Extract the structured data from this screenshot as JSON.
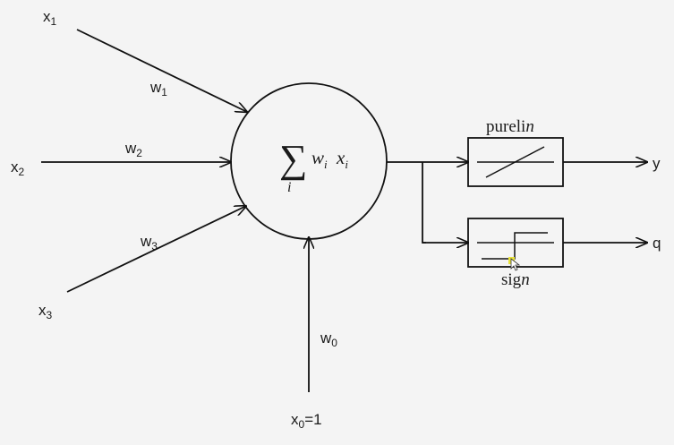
{
  "inputs": {
    "x1": {
      "base": "x",
      "sub": "1"
    },
    "x2": {
      "base": "x",
      "sub": "2"
    },
    "x3": {
      "base": "x",
      "sub": "3"
    },
    "x0": {
      "base": "x",
      "sub": "0",
      "suffix": "=1"
    }
  },
  "weights": {
    "w1": {
      "base": "w",
      "sub": "1"
    },
    "w2": {
      "base": "w",
      "sub": "2"
    },
    "w3": {
      "base": "w",
      "sub": "3"
    },
    "w0": {
      "base": "w",
      "sub": "0"
    }
  },
  "neuron": {
    "sum_symbol": "∑",
    "sum_index": "i",
    "w": "w",
    "w_sub": "i",
    "x": "x",
    "x_sub": "i"
  },
  "blocks": {
    "purelin": {
      "label_main": "pureli",
      "label_italic": "n"
    },
    "sign": {
      "label_main": "sig",
      "label_italic": "n"
    }
  },
  "outputs": {
    "y": "y",
    "q": "q"
  },
  "colors": {
    "stroke": "#111111",
    "background": "#f4f4f4",
    "cursor_highlight": "#e8e23a"
  }
}
